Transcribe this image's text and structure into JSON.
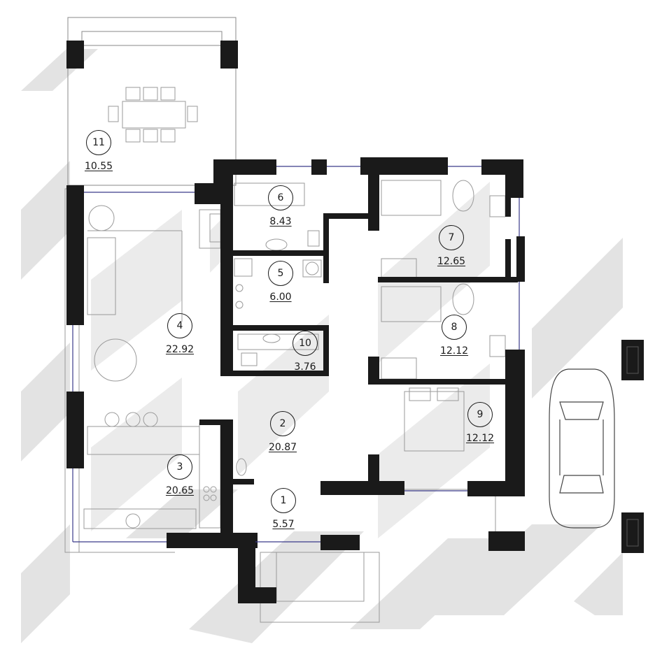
{
  "rooms": [
    {
      "number": "1",
      "area": "5.57"
    },
    {
      "number": "2",
      "area": "20.87"
    },
    {
      "number": "3",
      "area": "20.65"
    },
    {
      "number": "4",
      "area": "22.92"
    },
    {
      "number": "5",
      "area": "6.00"
    },
    {
      "number": "6",
      "area": "8.43"
    },
    {
      "number": "7",
      "area": "12.65"
    },
    {
      "number": "8",
      "area": "12.12"
    },
    {
      "number": "9",
      "area": "12.12"
    },
    {
      "number": "10",
      "area": "3.76"
    },
    {
      "number": "11",
      "area": "10.55"
    }
  ],
  "colors": {
    "wall": "#1a1a1a",
    "shadow": "#e2e2e2",
    "line": "#333333",
    "glass": "#3a3a8a",
    "fixture": "#9a9a9a"
  }
}
